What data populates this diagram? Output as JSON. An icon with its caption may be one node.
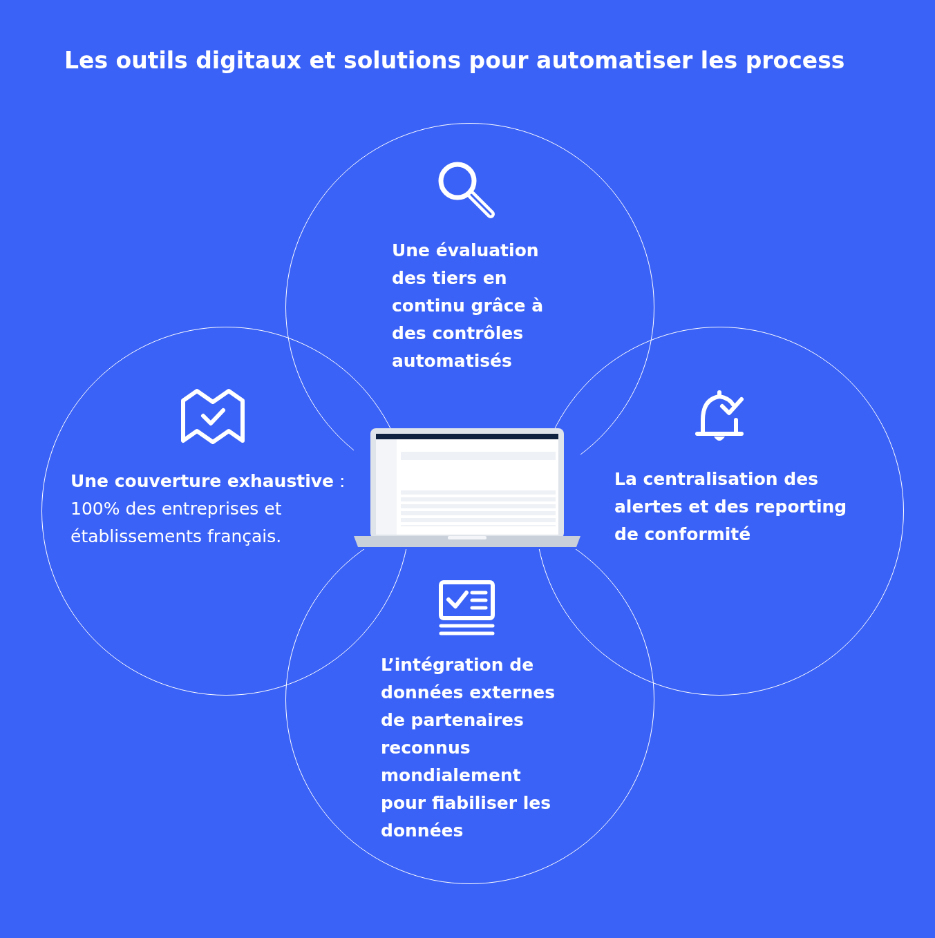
{
  "diagram": {
    "title": "Les outils digitaux et solutions pour automatiser les process",
    "nodes": [
      {
        "text": [
          "Une évaluation des tiers en continu grâce à des contrôles automatisés"
        ]
      },
      {
        "text": [
          "**Une couverture exhaustive** : 100% des entreprises et établissements français."
        ]
      },
      {
        "text": [
          "La centralisation des alertes et des reporting de conformité"
        ]
      },
      {
        "text": [
          "L’intégration de données externes de partenaires reconnus mondialement pour fiabiliser les données"
        ]
      }
    ]
  }
}
